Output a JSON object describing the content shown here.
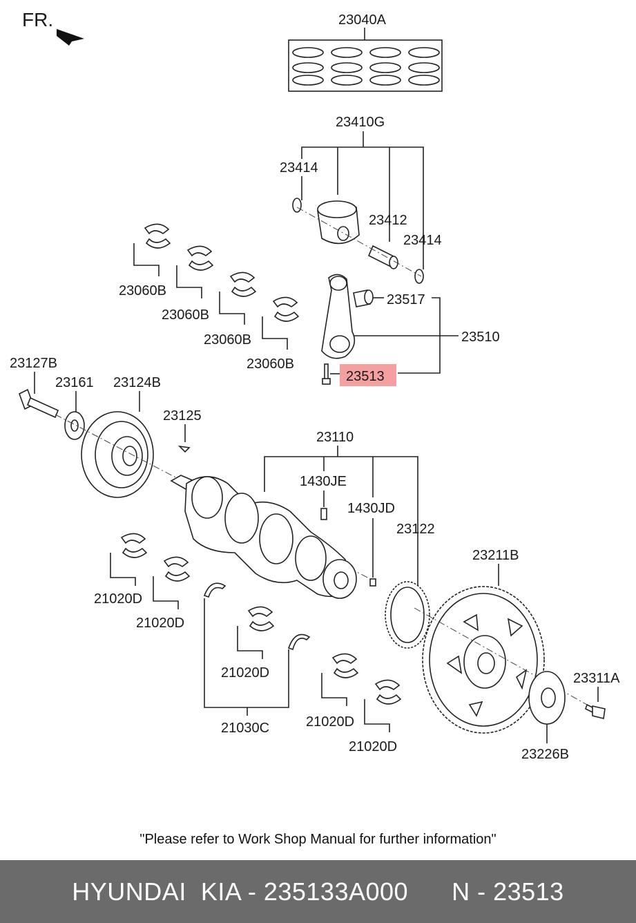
{
  "orientation_label": "FR.",
  "parts": {
    "p23040A": "23040A",
    "p23410G": "23410G",
    "p23414a": "23414",
    "p23414b": "23414",
    "p23412": "23412",
    "p23060B1": "23060B",
    "p23060B2": "23060B",
    "p23060B3": "23060B",
    "p23060B4": "23060B",
    "p23517": "23517",
    "p23510": "23510",
    "p23513": "23513",
    "p23127B": "23127B",
    "p23161": "23161",
    "p23124B": "23124B",
    "p23125": "23125",
    "p23110": "23110",
    "p1430JE": "1430JE",
    "p1430JD": "1430JD",
    "p23122": "23122",
    "p23211B": "23211B",
    "p21020D1": "21020D",
    "p21020D2": "21020D",
    "p21020D3": "21020D",
    "p21020D4": "21020D",
    "p21020D5": "21020D",
    "p21030C": "21030C",
    "p23311A": "23311A",
    "p23226B": "23226B"
  },
  "highlight_color": "#f4a0a0",
  "note": "\"Please refer to Work Shop Manual for further information\"",
  "footer": {
    "left": "HYUNDAI  KIA - 235133A000",
    "right": "N - 23513"
  }
}
